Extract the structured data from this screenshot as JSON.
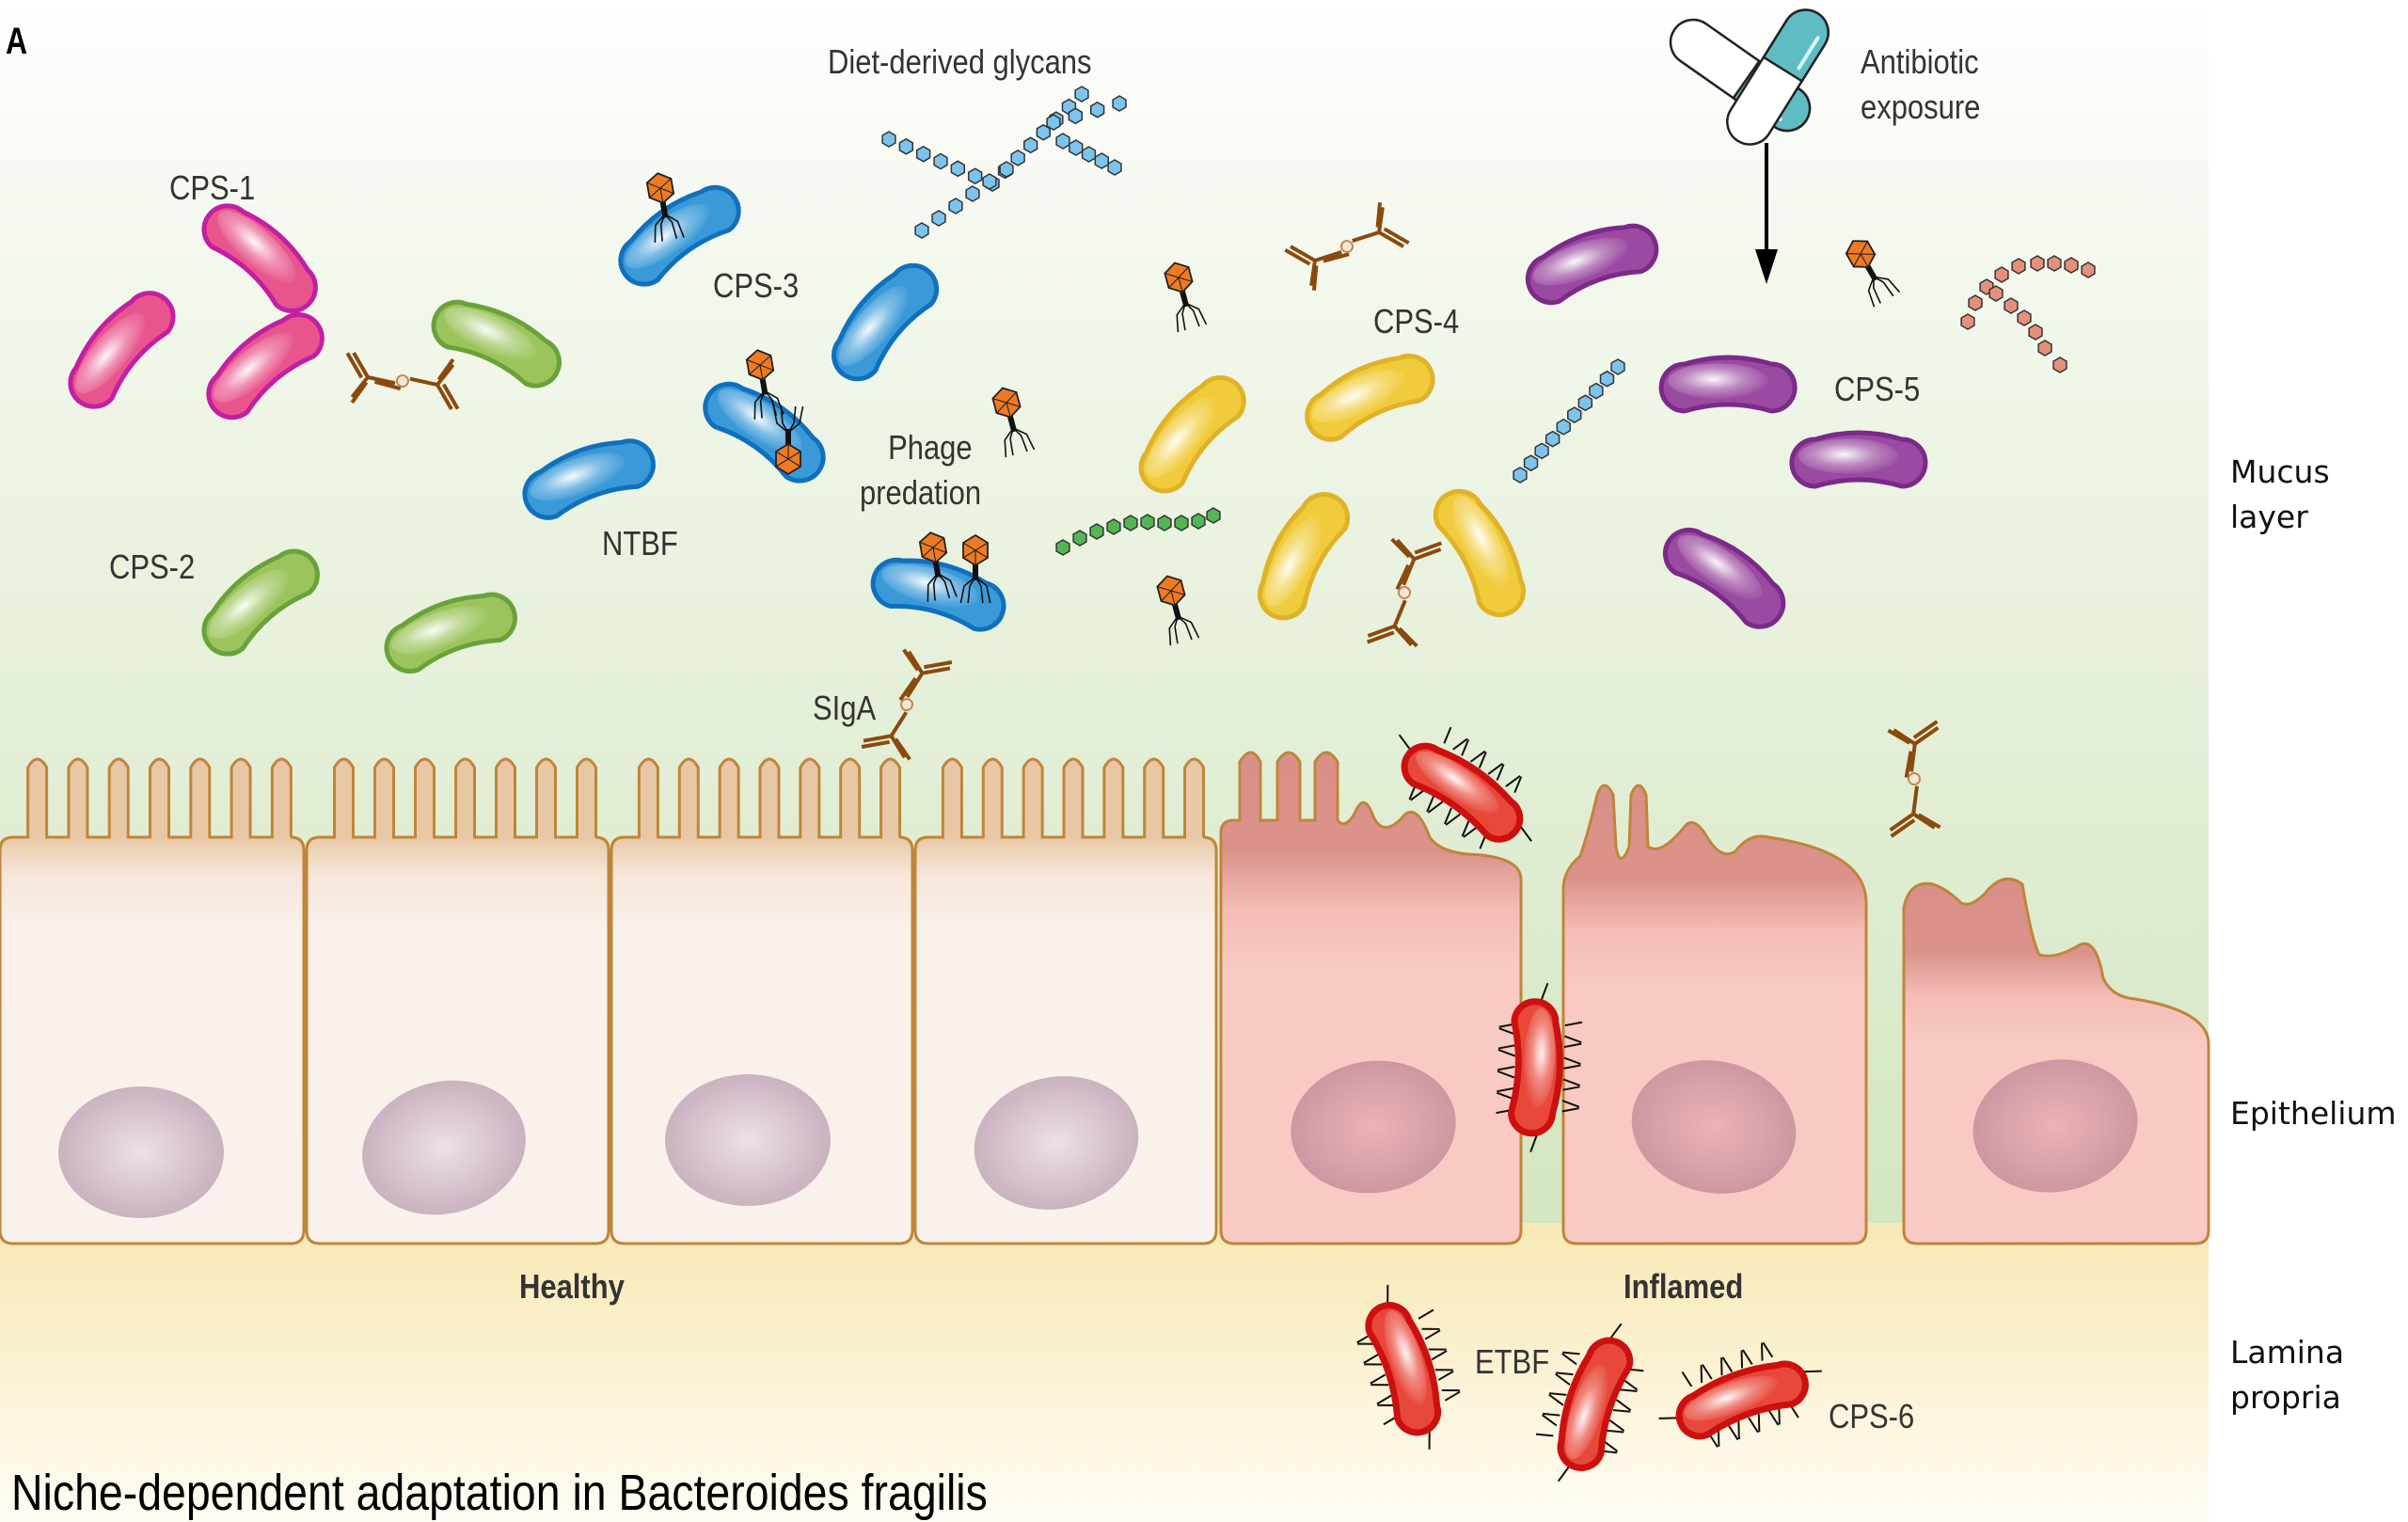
{
  "panel_label": "A",
  "title": "Niche-dependent adaptation in Bacteroides fragilis",
  "layers": {
    "mucus": "Mucus layer",
    "mucus_lines": [
      "Mucus",
      "layer"
    ],
    "epithelium": "Epithelium",
    "lamina_lines": [
      "Lamina",
      "propria"
    ]
  },
  "states": {
    "healthy": "Healthy",
    "inflamed": "Inflamed"
  },
  "labels": {
    "glycans": "Diet-derived glycans",
    "antibiotic_lines": [
      "Antibiotic",
      "exposure"
    ],
    "phage_lines": [
      "Phage",
      "predation"
    ],
    "siga": "SIgA",
    "cps1": "CPS-1",
    "cps2": "CPS-2",
    "cps3": "CPS-3",
    "cps4": "CPS-4",
    "cps5": "CPS-5",
    "cps6": "CPS-6",
    "ntbf": "NTBF",
    "etbf": "ETBF"
  },
  "colors": {
    "cps1": {
      "fill": "#e8558c",
      "stroke": "#c21fa4"
    },
    "cps2": {
      "fill": "#9cc45c",
      "stroke": "#6aa23a"
    },
    "ntbf": {
      "fill": "#3a9ad8",
      "stroke": "#1170bd"
    },
    "cps4": {
      "fill": "#f0cc3c",
      "stroke": "#dfb227"
    },
    "cps5": {
      "fill": "#9a4aa0",
      "stroke": "#7a2a88"
    },
    "etbf": {
      "fill": "#e8483a",
      "stroke": "#cc1010"
    },
    "phage_head": "#ef7a22",
    "antibody": "#8a4a0e",
    "glycan_blue": "#7cc4ee",
    "glycan_green": "#54b554",
    "glycan_salmon": "#e5907a",
    "capsule_teal": "#5fbcc2",
    "healthy_cell": "#f9f0ea",
    "inflamed_cell": "#f8cac4",
    "cell_outline": "#c0853a"
  }
}
